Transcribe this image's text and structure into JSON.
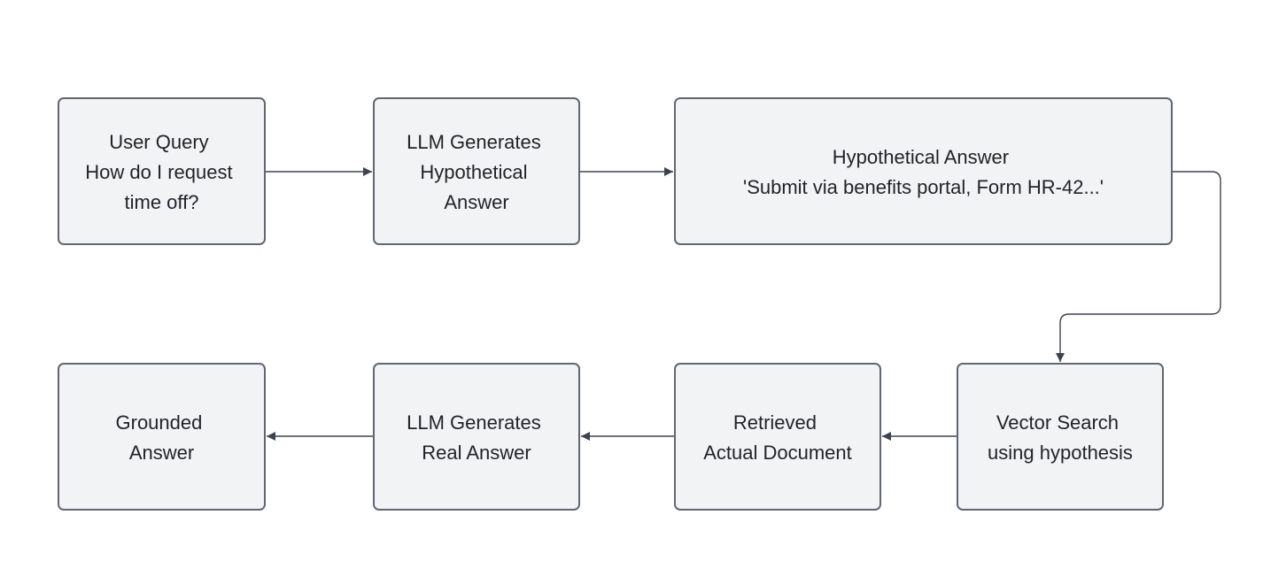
{
  "nodes": {
    "user_query": {
      "lines": [
        "User Query",
        "How do I request",
        "time off?"
      ]
    },
    "llm_hypothetical": {
      "lines": [
        "LLM Generates",
        "Hypothetical",
        "Answer"
      ]
    },
    "hypothetical_answer": {
      "lines": [
        "Hypothetical Answer",
        "'Submit via benefits portal, Form HR-42...'"
      ]
    },
    "vector_search": {
      "lines": [
        "Vector Search",
        "using hypothesis"
      ]
    },
    "retrieved_document": {
      "lines": [
        "Retrieved",
        "Actual Document"
      ]
    },
    "llm_real_answer": {
      "lines": [
        "LLM Generates",
        "Real Answer"
      ]
    },
    "grounded_answer": {
      "lines": [
        "Grounded",
        "Answer"
      ]
    }
  },
  "edges": [
    {
      "from": "user_query",
      "to": "llm_hypothetical"
    },
    {
      "from": "llm_hypothetical",
      "to": "hypothetical_answer"
    },
    {
      "from": "hypothetical_answer",
      "to": "vector_search"
    },
    {
      "from": "vector_search",
      "to": "retrieved_document"
    },
    {
      "from": "retrieved_document",
      "to": "llm_real_answer"
    },
    {
      "from": "llm_real_answer",
      "to": "grounded_answer"
    }
  ]
}
